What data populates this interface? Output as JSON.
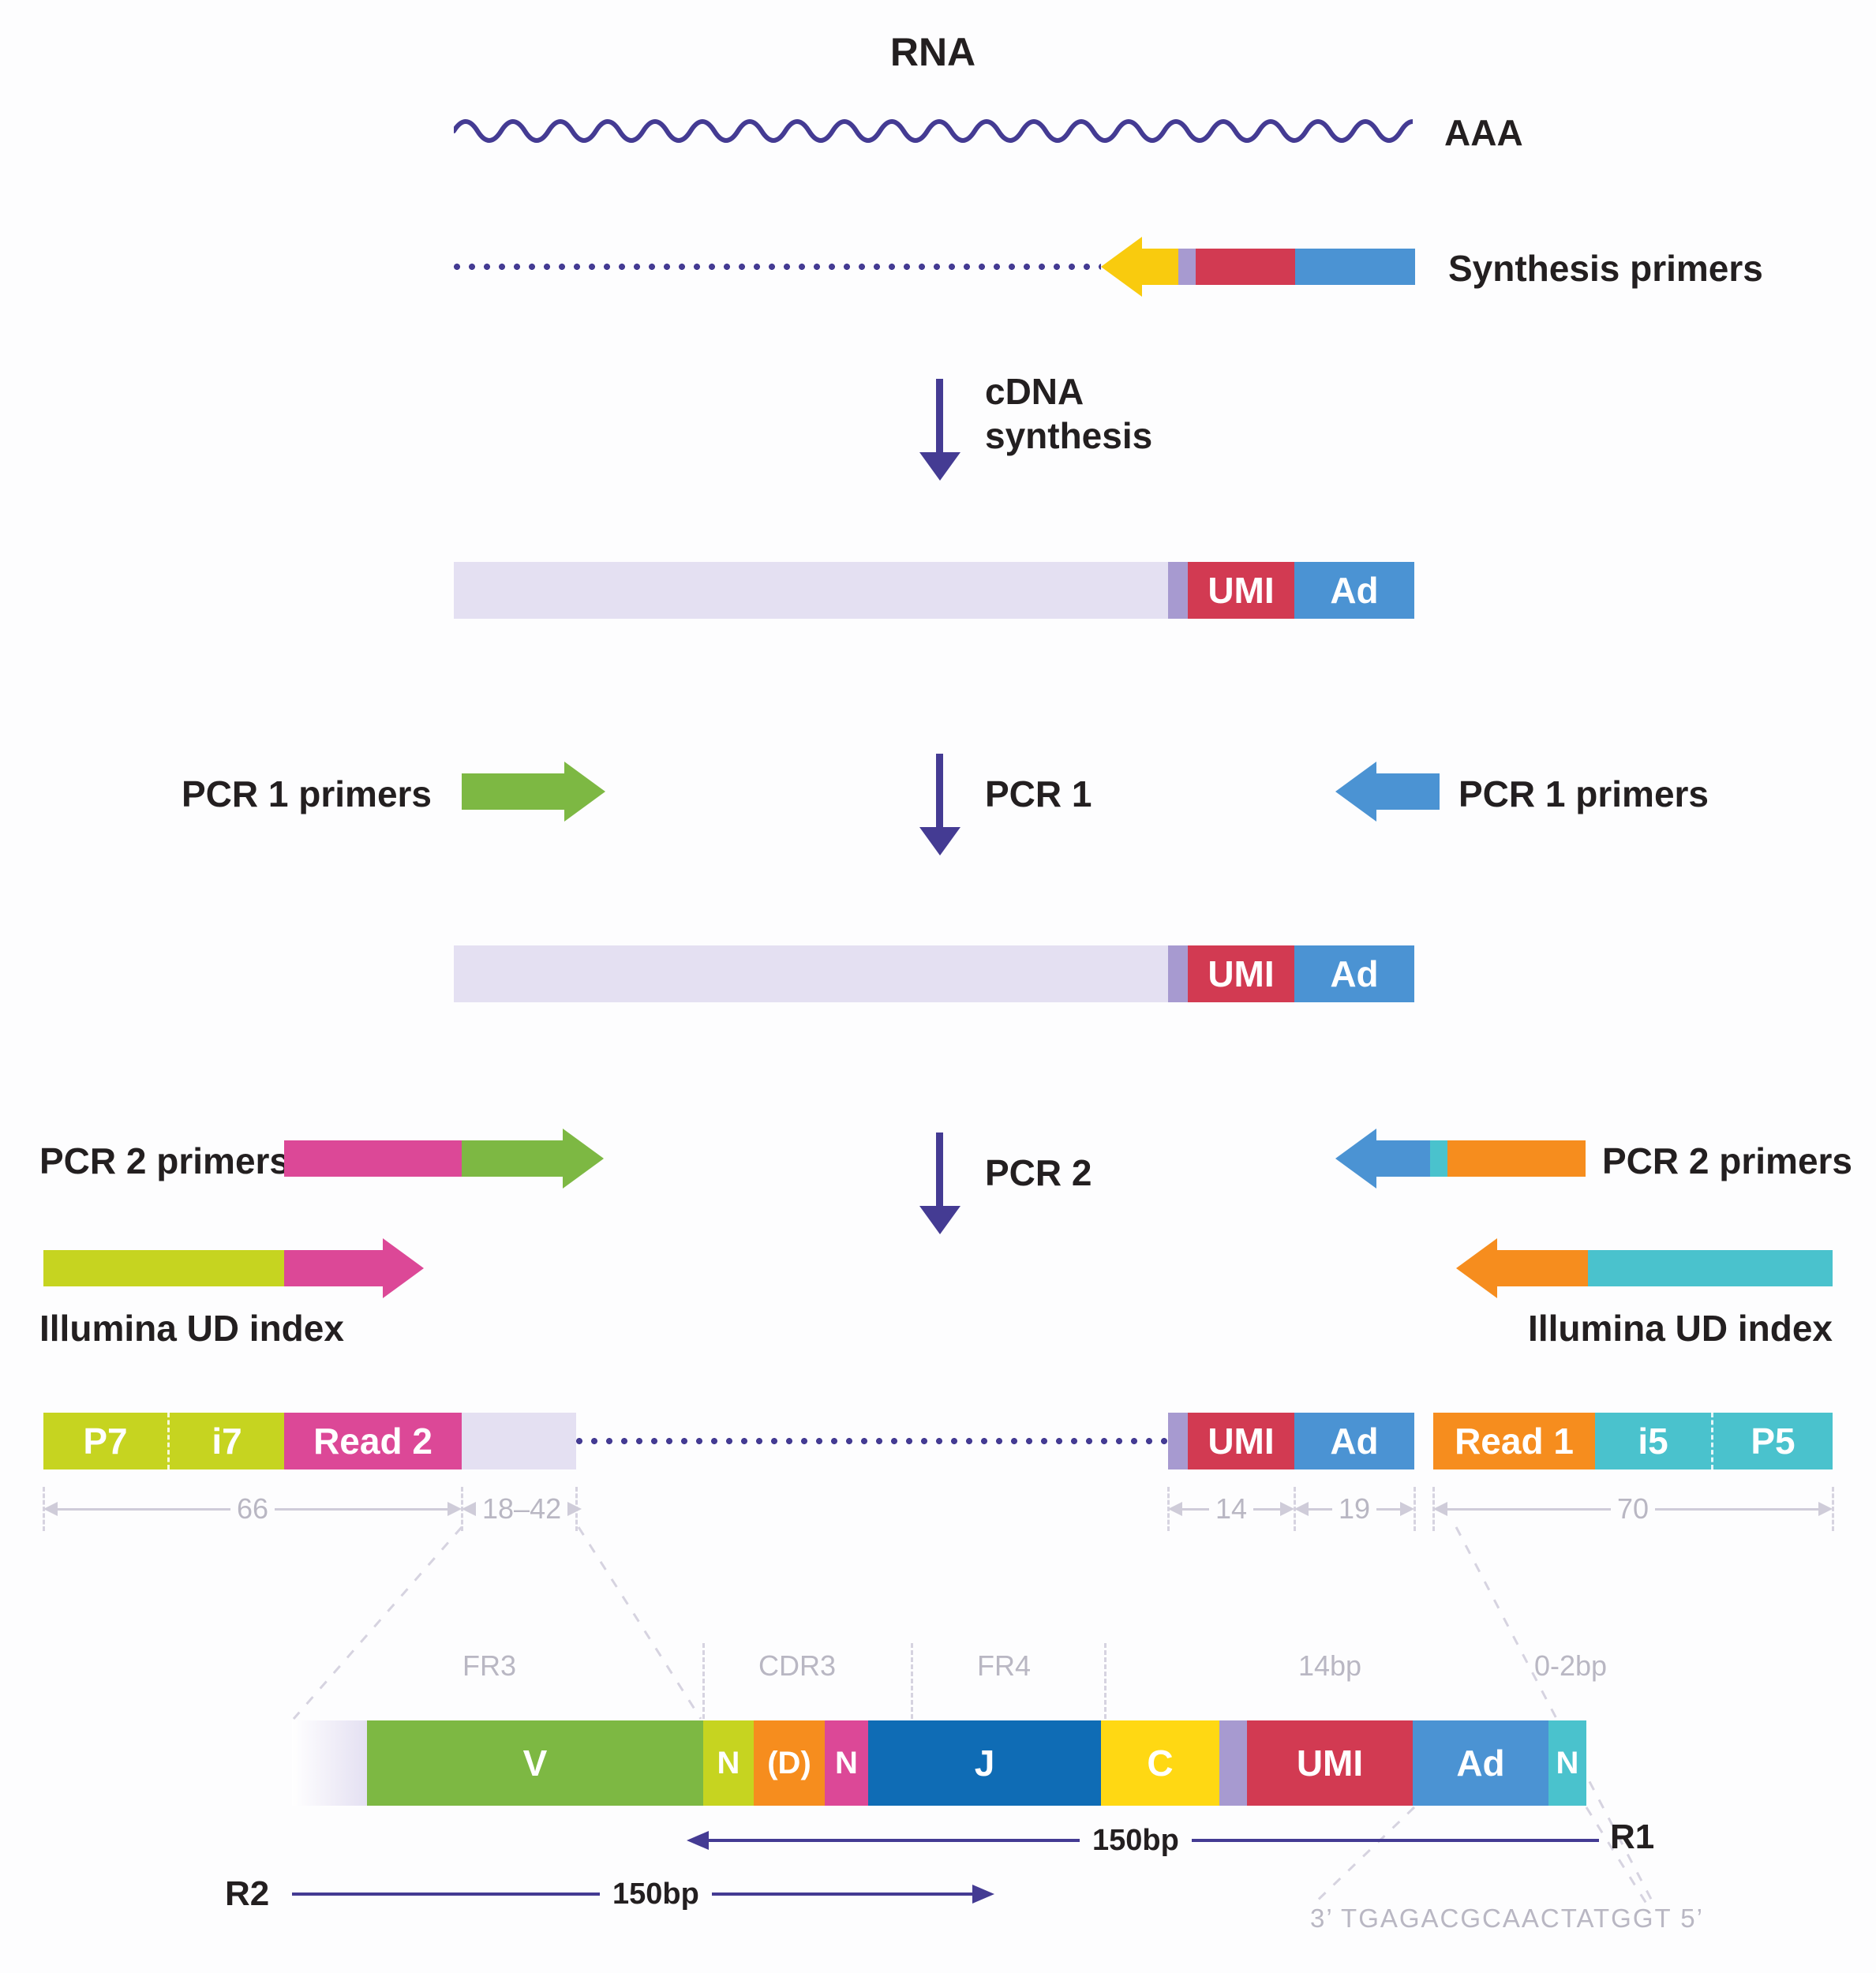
{
  "palette": {
    "purple": "#443b93",
    "lavender": "#e4e0f2",
    "purple_sliver": "#a79ad0",
    "red_umi": "#d23a52",
    "blue_ad": "#4b93d3",
    "yellow": "#f9cb0e",
    "green": "#7db843",
    "pink": "#dc4897",
    "lime": "#c6d420",
    "orange": "#f68d1e",
    "cyan": "#4ac2cd",
    "blue_j": "#0f6cb5",
    "yellow_c": "#ffd813",
    "gray_annotation": "#b9b7c3"
  },
  "rna": {
    "title": "RNA",
    "tail": "AAA"
  },
  "synthesis": {
    "label": "Synthesis primers"
  },
  "steps": {
    "cdna": "cDNA synthesis",
    "pcr1": "PCR 1",
    "pcr2": "PCR 2"
  },
  "primers": {
    "pcr1_left": "PCR 1 primers",
    "pcr1_right": "PCR 1 primers",
    "pcr2_left": "PCR 2 primers",
    "pcr2_right": "PCR 2 primers",
    "illumina_left": "Illumina UD index",
    "illumina_right": "Illumina UD index"
  },
  "bar": {
    "umi": "UMI",
    "ad": "Ad"
  },
  "library": {
    "p7": "P7",
    "i7": "i7",
    "read2": "Read 2",
    "read1": "Read 1",
    "i5": "i5",
    "p5": "P5"
  },
  "meas": {
    "a": "66",
    "b": "18–42",
    "c": "14",
    "d": "19",
    "e": "70"
  },
  "zoom": {
    "fr3": "FR3",
    "cdr3": "CDR3",
    "fr4": "FR4",
    "bp14": "14bp",
    "bp02": "0-2bp",
    "v": "V",
    "n1": "N",
    "d": "(D)",
    "n2": "N",
    "j": "J",
    "c": "C",
    "n3": "N"
  },
  "reads": {
    "r1": "R1",
    "r2": "R2",
    "len1": "150bp",
    "len2": "150bp",
    "sequence": "3’ TGAGACGCAACTATGGT 5’"
  }
}
